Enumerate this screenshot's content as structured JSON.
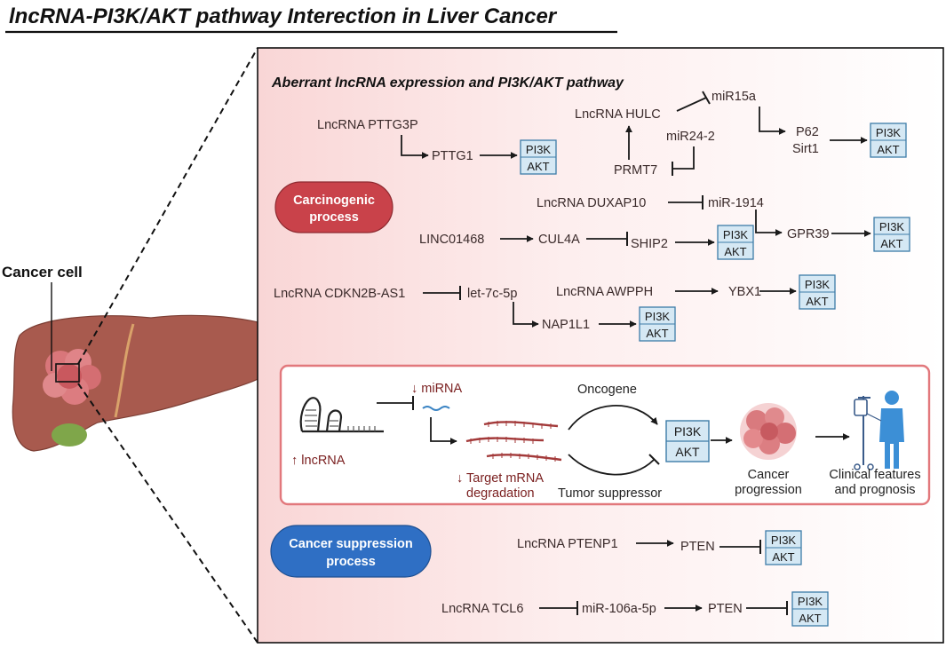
{
  "title": "lncRNA-PI3K/AKT pathway Interection in  Liver Cancer",
  "panel_title": "Aberrant lncRNA expression and PI3K/AKT pathway",
  "cancer_cell_label": "Cancer cell",
  "pi3k": "PI3K",
  "akt": "AKT",
  "carcinogenic": {
    "line1": "Carcinogenic",
    "line2": "process"
  },
  "suppression": {
    "line1": "Cancer suppression",
    "line2": "process"
  },
  "nodes": {
    "pttg3p": "LncRNA PTTG3P",
    "pttg1": "PTTG1",
    "hulc": "LncRNA HULC",
    "mir15a": "miR15a",
    "mir24": "miR24-2",
    "prmt7": "PRMT7",
    "p62": "P62",
    "sirt1": "Sirt1",
    "duxap10": "LncRNA DUXAP10",
    "mir1914": "miR-1914",
    "gpr39": "GPR39",
    "linc01468": "LINC01468",
    "cul4a": "CUL4A",
    "ship2": "SHIP2",
    "cdkn2b": "LncRNA CDKN2B-AS1",
    "let7c": "let-7c-5p",
    "nap1l1": "NAP1L1",
    "awpph": "LncRNA AWPPH",
    "ybx1": "YBX1",
    "ptenp1": "LncRNA PTENP1",
    "pten1": "PTEN",
    "tcl6": "LncRNA TCL6",
    "mir106a": "miR-106a-5p",
    "pten2": "PTEN"
  },
  "mechanism": {
    "mirna": "↓ miRNA",
    "lncrna": "↑  lncRNA",
    "target": "↓ Target  mRNA",
    "degradation": "degradation",
    "oncogene": "Oncogene",
    "tumor_suppressor": "Tumor suppressor",
    "progression_1": "Cancer",
    "progression_2": "progression",
    "clinical_1": "Clinical features",
    "clinical_2": "and prognosis"
  },
  "colors": {
    "panel_gradient_start": "#fbdcdc",
    "pill_red": "#c9424a",
    "pill_blue": "#2f6fc4",
    "pi3k_box_fill": "#d5e8f4",
    "pi3k_box_stroke": "#3d7ca8",
    "liver": "#a85a4e"
  }
}
